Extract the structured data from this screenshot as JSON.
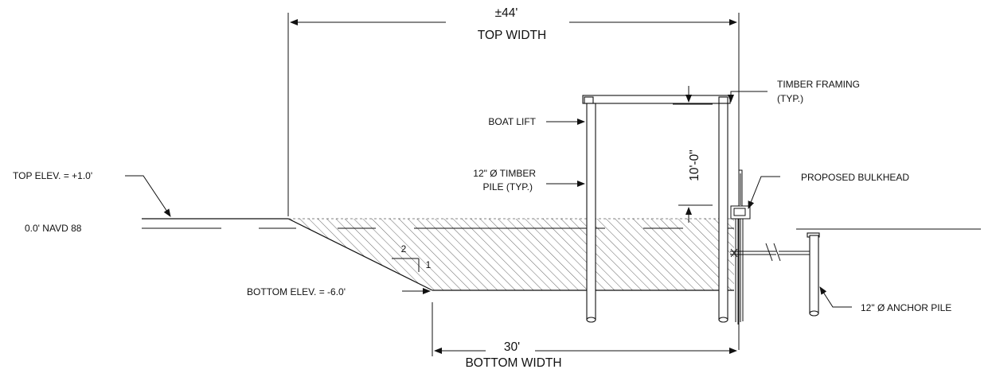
{
  "dimensions": {
    "top_width_value": "±44'",
    "top_width_label": "TOP WIDTH",
    "bottom_width_value": "30'",
    "bottom_width_label": "BOTTOM WIDTH",
    "lift_clearance": "10'-0\"",
    "slope_run": "2",
    "slope_rise": "1"
  },
  "labels": {
    "timber_framing_1": "TIMBER FRAMING",
    "timber_framing_2": "(TYP.)",
    "boat_lift": "BOAT LIFT",
    "timber_pile_1": "12\" Ø TIMBER",
    "timber_pile_2": "PILE (TYP.)",
    "proposed_bulkhead": "PROPOSED BULKHEAD",
    "top_elev": "TOP ELEV. = +1.0'",
    "navd": "0.0' NAVD 88",
    "bottom_elev": "BOTTOM ELEV. = -6.0'",
    "anchor_pile": "12\" Ø ANCHOR PILE"
  }
}
